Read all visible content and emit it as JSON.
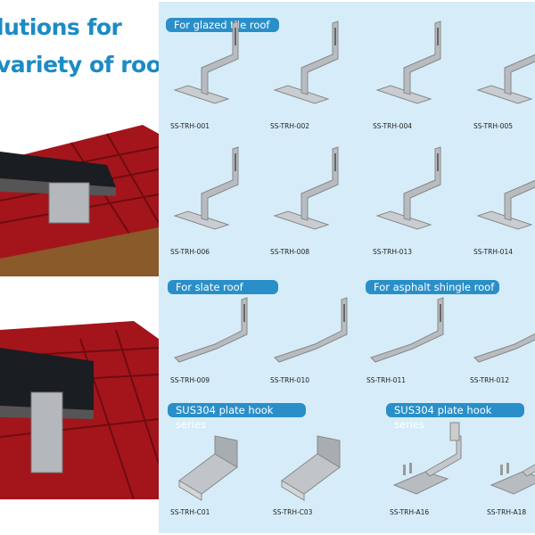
{
  "title": {
    "line1": "lutions for",
    "line2": "variety of roofs"
  },
  "colors": {
    "accent": "#1c8bc6",
    "panel": "#d6edf9",
    "pill": "#2a8fc9",
    "tile": "#a3151b"
  },
  "sections": [
    {
      "label": "For glazed tile roof"
    },
    {
      "label": "For slate roof"
    },
    {
      "label": "For asphalt shingle roof"
    },
    {
      "label": "SUS304 plate hook series"
    },
    {
      "label": "SUS304 plate hook series"
    }
  ],
  "products": [
    {
      "code": "SS-TRH-001",
      "icon": "tile-hook-icon"
    },
    {
      "code": "SS-TRH-002",
      "icon": "tile-hook-icon"
    },
    {
      "code": "SS-TRH-004",
      "icon": "tile-hook-icon"
    },
    {
      "code": "SS-TRH-005",
      "icon": "tile-hook-icon"
    },
    {
      "code": "SS-TRH-006",
      "icon": "tile-hook-icon"
    },
    {
      "code": "SS-TRH-008",
      "icon": "tile-hook-icon"
    },
    {
      "code": "SS-TRH-013",
      "icon": "tile-hook-icon"
    },
    {
      "code": "SS-TRH-014",
      "icon": "tile-hook-icon"
    },
    {
      "code": "SS-TRH-009",
      "icon": "slate-hook-icon"
    },
    {
      "code": "SS-TRH-010",
      "icon": "slate-hook-icon"
    },
    {
      "code": "SS-TRH-011",
      "icon": "slate-hook-icon"
    },
    {
      "code": "SS-TRH-012",
      "icon": "slate-hook-icon"
    },
    {
      "code": "SS-TRH-C01",
      "icon": "plate-hook-icon"
    },
    {
      "code": "SS-TRH-C03",
      "icon": "plate-hook-icon"
    },
    {
      "code": "SS-TRH-A16",
      "icon": "adjustable-hook-icon"
    },
    {
      "code": "SS-TRH-A18",
      "icon": "adjustable-hook-icon"
    }
  ]
}
